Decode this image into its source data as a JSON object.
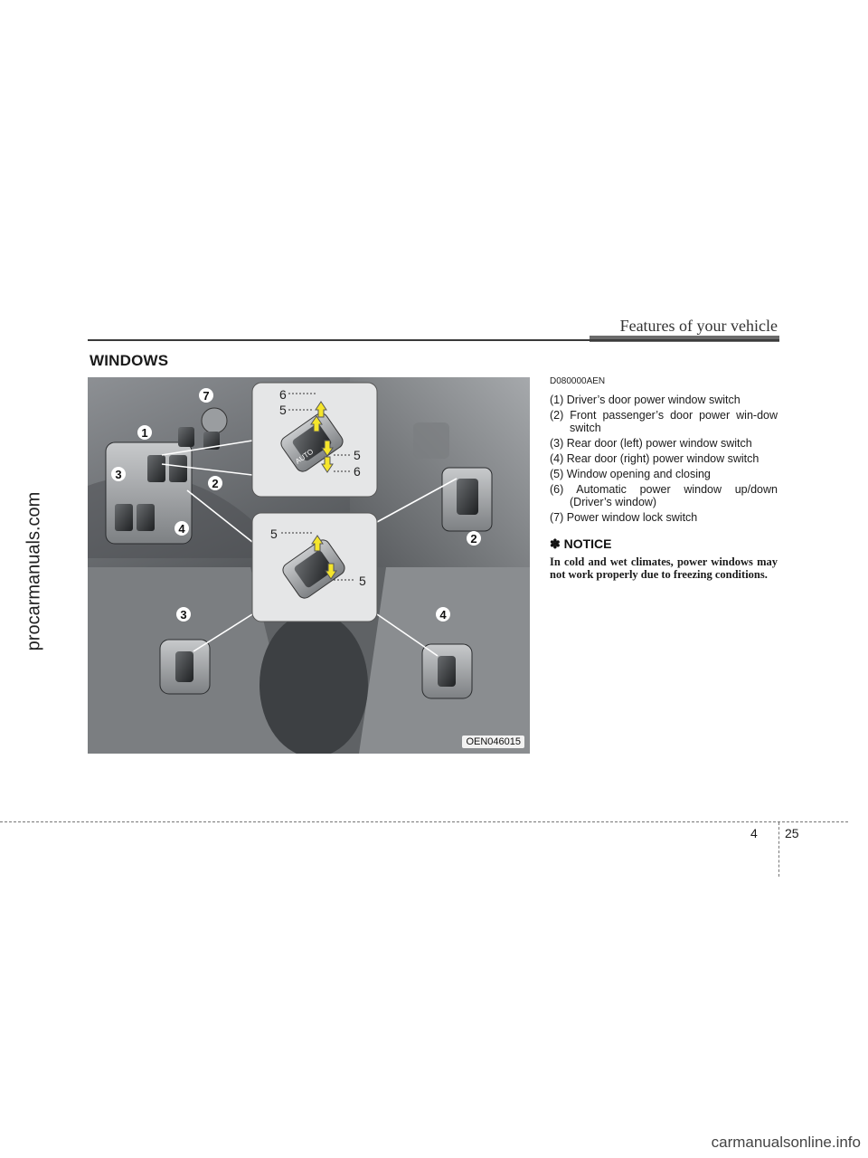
{
  "header": {
    "title": "Features of your vehicle"
  },
  "section": {
    "title": "WINDOWS"
  },
  "figure": {
    "code": "OEN046015",
    "callouts": {
      "n1": "1",
      "n2": "2",
      "n3": "3",
      "n4": "4",
      "n5": "5",
      "n6": "6",
      "n7": "7",
      "auto": "AUTO"
    }
  },
  "content": {
    "code": "D080000AEN",
    "items": [
      "(1) Driver’s door power window switch",
      "(2) Front passenger’s door power win-dow switch",
      "(3) Rear door (left) power window switch",
      "(4) Rear door (right) power window switch",
      "(5) Window opening and closing",
      "(6) Automatic power window up/down (Driver’s window)",
      "(7) Power window lock switch"
    ]
  },
  "notice": {
    "title": "✽ NOTICE",
    "body": "In cold and wet climates, power windows may not work properly due to freezing conditions."
  },
  "footer": {
    "chapter": "4",
    "page": "25"
  },
  "watermarks": {
    "side": "procarmanuals.com",
    "bottom": "carmanualsonline.info"
  }
}
